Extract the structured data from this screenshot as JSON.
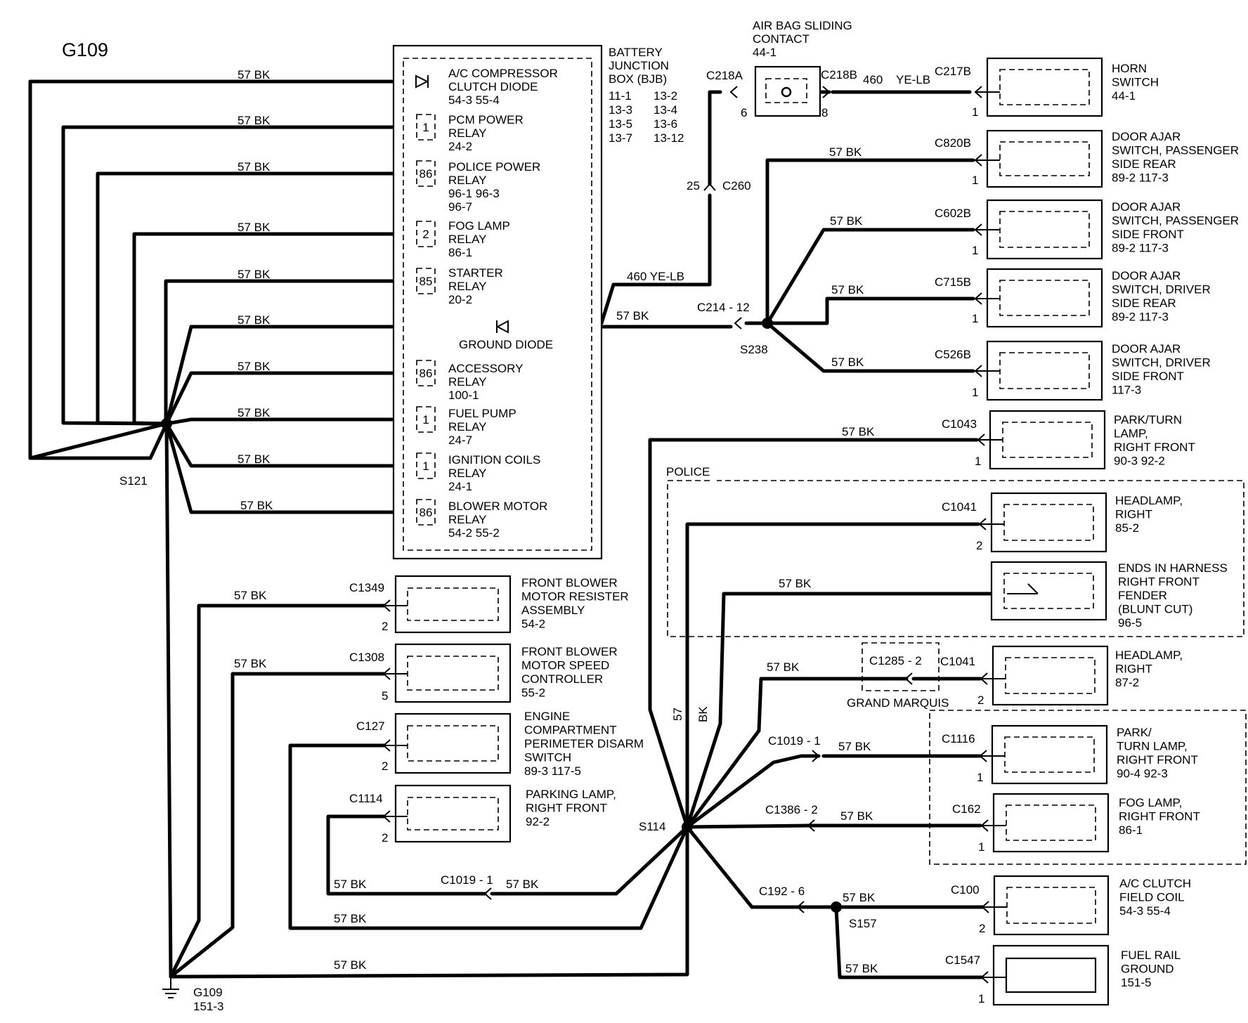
{
  "title": "G109",
  "bjb": {
    "name": [
      "BATTERY",
      "JUNCTION",
      "BOX (BJB)"
    ],
    "refs": [
      [
        "11-1",
        "13-2"
      ],
      [
        "13-3",
        "13-4"
      ],
      [
        "13-5",
        "13-6"
      ],
      [
        "13-7",
        "13-12"
      ]
    ],
    "items": [
      {
        "lines": [
          "A/C COMPRESSOR",
          "CLUTCH DIODE",
          "54-3     55-4"
        ]
      },
      {
        "pin": "1",
        "lines": [
          "PCM POWER",
          "RELAY",
          "24-2"
        ]
      },
      {
        "pin": "86",
        "lines": [
          "POLICE POWER",
          "RELAY",
          "96-1     96-3",
          "96-7"
        ]
      },
      {
        "pin": "2",
        "lines": [
          "FOG LAMP",
          "RELAY",
          "86-1"
        ]
      },
      {
        "pin": "85",
        "lines": [
          "STARTER",
          "RELAY",
          "20-2"
        ]
      },
      {
        "lines": [
          "GROUND DIODE"
        ]
      },
      {
        "pin": "86",
        "lines": [
          "ACCESSORY",
          "RELAY",
          "100-1"
        ]
      },
      {
        "pin": "1",
        "lines": [
          "FUEL PUMP",
          "RELAY",
          "24-7"
        ]
      },
      {
        "pin": "1",
        "lines": [
          "IGNITION COILS",
          "RELAY",
          "24-1"
        ]
      },
      {
        "pin": "86",
        "lines": [
          "BLOWER MOTOR",
          "RELAY",
          "54-2     55-2"
        ]
      }
    ]
  },
  "airbag": {
    "lines": [
      "AIR BAG SLIDING",
      "CONTACT",
      "44-1"
    ],
    "conn_in": "C218A",
    "pin_in": "6",
    "conn_out": "C218B",
    "pin_out": "8"
  },
  "wire_circuit": "57",
  "wire_color": "BK",
  "wire_460": {
    "circuit": "460",
    "color": "YE-LB"
  },
  "c260": {
    "conn": "C260",
    "pin": "25"
  },
  "c214": "C214  -  12",
  "splices": {
    "s121": "S121",
    "s238": "S238",
    "s114": "S114",
    "s157": "S157"
  },
  "ground": {
    "name": "G109",
    "ref": "151-3"
  },
  "police_label": "POLICE",
  "grand_marquis": {
    "conn": "C1285  -  2",
    "label": "GRAND MARQUIS"
  },
  "inline_conns": {
    "c1019_left": "C1019  -  1",
    "c1019_right": "C1019  -  1",
    "c1386": "C1386  -  2",
    "c192": "C192  -  6"
  },
  "right_components": [
    {
      "conn": "C217B",
      "pin": "1",
      "lines": [
        "HORN",
        "SWITCH",
        "44-1"
      ]
    },
    {
      "conn": "C820B",
      "pin": "1",
      "lines": [
        "DOOR AJAR",
        "SWITCH, PASSENGER",
        "SIDE REAR",
        "89-2     117-3"
      ]
    },
    {
      "conn": "C602B",
      "pin": "1",
      "lines": [
        "DOOR AJAR",
        "SWITCH, PASSENGER",
        "SIDE FRONT",
        "89-2     117-3"
      ]
    },
    {
      "conn": "C715B",
      "pin": "1",
      "lines": [
        "DOOR AJAR",
        "SWITCH, DRIVER",
        "SIDE REAR",
        "89-2     117-3"
      ]
    },
    {
      "conn": "C526B",
      "pin": "1",
      "lines": [
        "DOOR AJAR",
        "SWITCH, DRIVER",
        "SIDE FRONT",
        "117-3"
      ]
    },
    {
      "conn": "C1043",
      "pin": "1",
      "lines": [
        "PARK/TURN",
        "LAMP,",
        "RIGHT FRONT",
        "90-3     92-2"
      ]
    },
    {
      "conn": "C1041",
      "pin": "2",
      "lines": [
        "HEADLAMP,",
        "RIGHT",
        "85-2"
      ]
    },
    {
      "conn": "",
      "pin": "",
      "lines": [
        "ENDS IN HARNESS",
        "RIGHT FRONT",
        "FENDER",
        "(BLUNT CUT)",
        "96-5"
      ]
    },
    {
      "conn": "C1041",
      "pin": "2",
      "lines": [
        "HEADLAMP,",
        "RIGHT",
        "87-2"
      ]
    },
    {
      "conn": "C1116",
      "pin": "1",
      "lines": [
        "PARK/",
        "TURN LAMP,",
        "RIGHT FRONT",
        "90-4     92-3"
      ]
    },
    {
      "conn": "C162",
      "pin": "1",
      "lines": [
        "FOG LAMP,",
        "RIGHT FRONT",
        "86-1"
      ]
    },
    {
      "conn": "C100",
      "pin": "2",
      "lines": [
        "A/C CLUTCH",
        "FIELD COIL",
        "54-3     55-4"
      ]
    },
    {
      "conn": "C1547",
      "pin": "1",
      "lines": [
        "FUEL RAIL",
        "GROUND",
        "151-5"
      ]
    }
  ],
  "left_components": [
    {
      "conn": "C1349",
      "pin": "2",
      "lines": [
        "FRONT BLOWER",
        "MOTOR RESISTER",
        "ASSEMBLY",
        "54-2"
      ]
    },
    {
      "conn": "C1308",
      "pin": "5",
      "lines": [
        "FRONT BLOWER",
        "MOTOR SPEED",
        "CONTROLLER",
        "55-2"
      ]
    },
    {
      "conn": "C127",
      "pin": "2",
      "lines": [
        "ENGINE",
        "COMPARTMENT",
        "PERIMETER DISARM",
        "SWITCH",
        "89-3     117-5"
      ]
    },
    {
      "conn": "C1114",
      "pin": "2",
      "lines": [
        "PARKING LAMP,",
        "RIGHT FRONT",
        "92-2"
      ]
    }
  ]
}
